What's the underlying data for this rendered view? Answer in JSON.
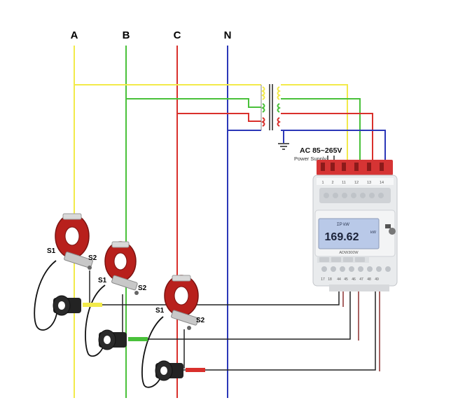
{
  "phases": [
    "A",
    "B",
    "C",
    "N"
  ],
  "power_supply": {
    "voltage": "AC 85~265V",
    "caption": "Power Supply"
  },
  "meter": {
    "display_top": "ΣP  kW",
    "display_reading": "169.62",
    "display_unit": "kW",
    "model": "ADW300W",
    "top_terminals": [
      "1",
      "2",
      "11",
      "12",
      "13",
      "14"
    ],
    "bottom_terminals": [
      "17",
      "18",
      "44",
      "45",
      "46",
      "47",
      "48",
      "49"
    ]
  },
  "ct_labels": {
    "s1": "S1",
    "s2": "S2"
  },
  "colors": {
    "phase_a": "#f2ea4a",
    "phase_b": "#49c13a",
    "phase_c": "#d9302c",
    "neutral": "#2b37b8",
    "ct_body": "#b8201c",
    "meter_body": "#e9ebed",
    "lcd": "#b9c9e8"
  }
}
